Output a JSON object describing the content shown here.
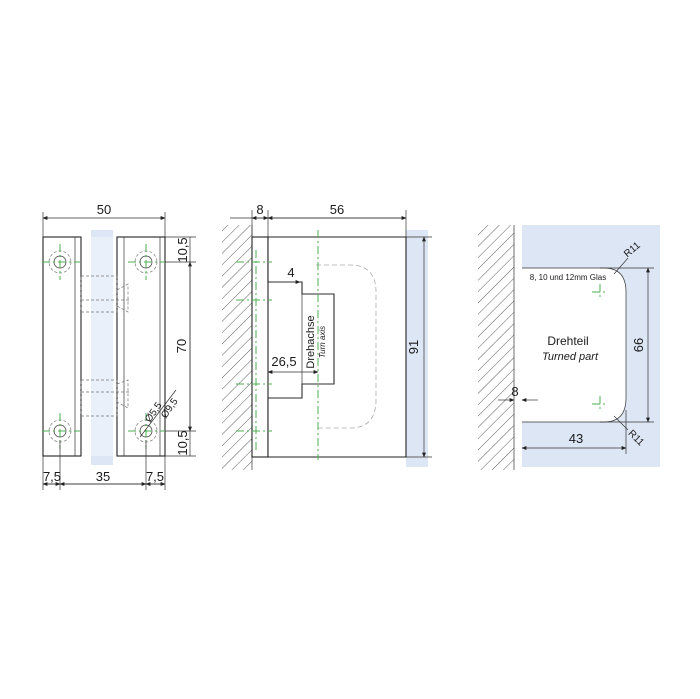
{
  "front_view": {
    "dim_width_total": "50",
    "dim_hole_edge_left": "7,5",
    "dim_hole_spacing": "35",
    "dim_hole_edge_right": "7,5",
    "dim_top_hole": "10,5",
    "dim_hole_distance": "70",
    "dim_bottom_hole": "10,5",
    "dim_hole_small": "Ø5,5",
    "dim_hole_large": "Ø9,5"
  },
  "side_view": {
    "dim_wall_plate": "8",
    "dim_body_width": "56",
    "dim_notch": "4",
    "dim_axis_offset": "26,5",
    "dim_height": "91",
    "axis_label_de": "Drehachse",
    "axis_label_en": "Turn axis"
  },
  "glass_view": {
    "glass_note": "8, 10 und 12mm Glas",
    "radius_top": "R11",
    "radius_bottom": "R11",
    "dim_cutout_height": "66",
    "dim_wall_gap": "8",
    "dim_cutout_depth": "43",
    "part_label_de": "Drehteil",
    "part_label_en": "Turned part"
  }
}
